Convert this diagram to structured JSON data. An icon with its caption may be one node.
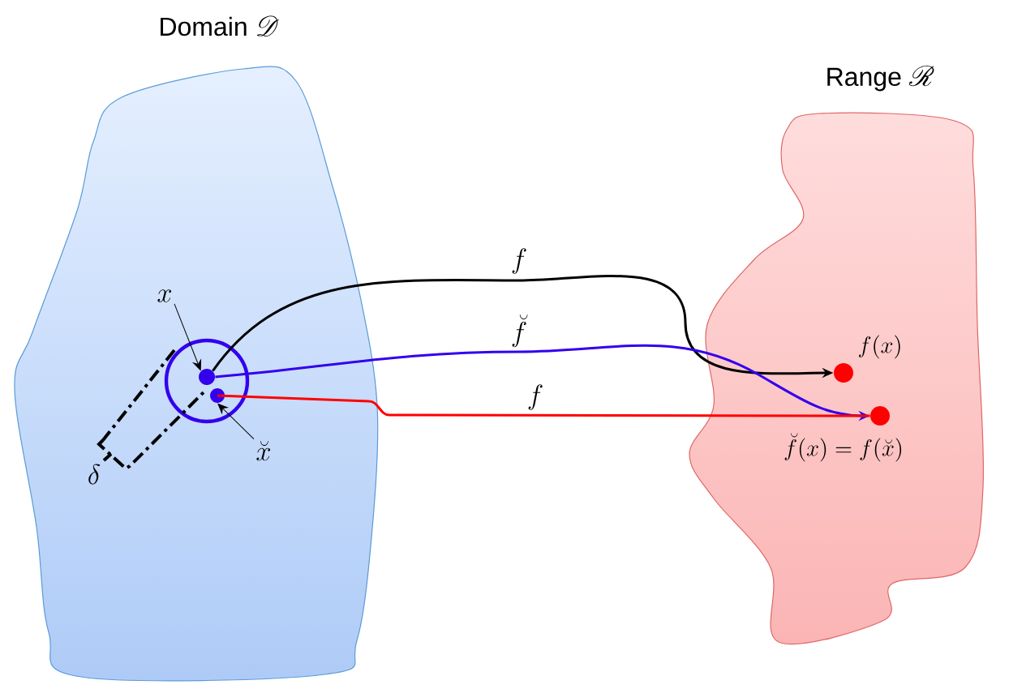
{
  "diagram": {
    "nodes": [
      {
        "text": [
          "\\text{Domain }\\mathscr{D}"
        ]
      },
      {
        "text": [
          "\\text{Range }\\mathscr{R}"
        ]
      },
      {
        "text": [],
        "shape": "circle",
        "in": 0
      },
      {
        "text": [],
        "shape": "circle",
        "in": 2
      },
      {
        "text": [],
        "shape": "circle",
        "in": 2
      },
      {
        "text": [],
        "shape": "circle",
        "in": 1,
        "beside": [
          "f(x)"
        ]
      },
      {
        "text": [],
        "shape": "circle",
        "in": 1,
        "beside": [
          "\\breve{f}(x)=f(\\breve{x})"
        ]
      },
      {
        "text": [
          "x"
        ],
        "in": 0
      },
      {
        "text": [
          "\\breve{x}"
        ],
        "in": 0
      }
    ],
    "edges": [
      {
        "from": 3,
        "to": 5,
        "arrow": "to",
        "label": "f"
      },
      {
        "from": 3,
        "to": 6,
        "arrow": "to",
        "label": "\\breve{f}",
        "color": "#3300ee"
      },
      {
        "from": 4,
        "to": 6,
        "arrow": "none",
        "label": "f",
        "color": "#ff0000"
      },
      {
        "from": 7,
        "to": 3,
        "arrow": "to"
      },
      {
        "from": 8,
        "to": 4,
        "arrow": "to"
      }
    ],
    "labels": [
      "\\delta"
    ]
  }
}
